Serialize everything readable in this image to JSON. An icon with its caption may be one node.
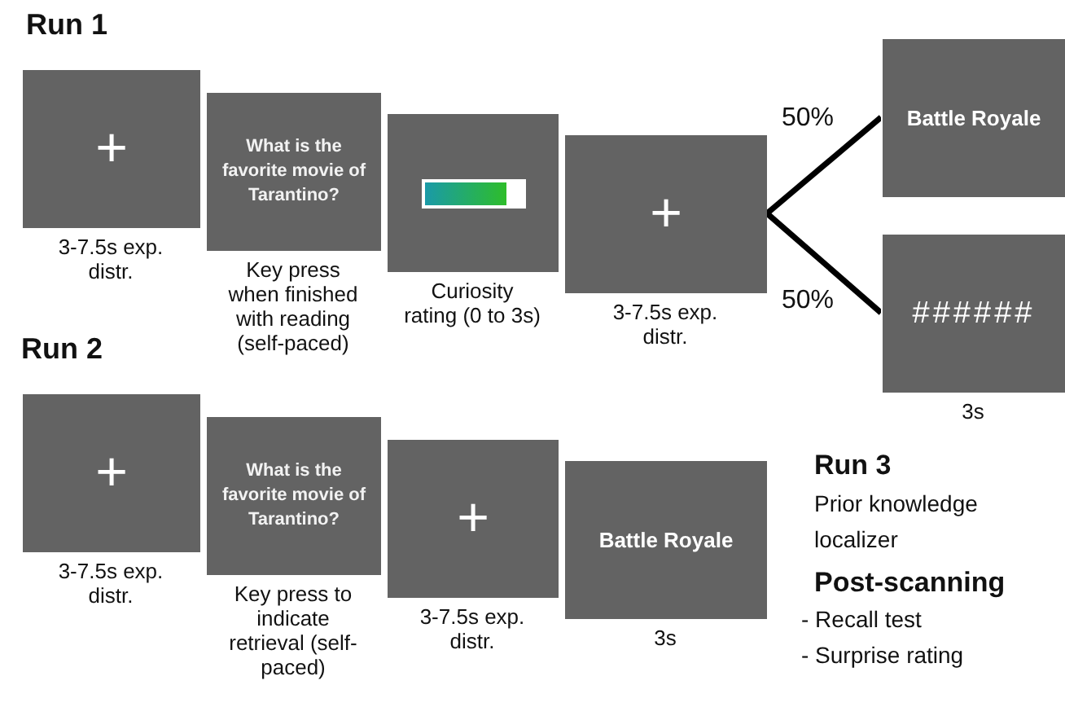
{
  "diagram": {
    "nodes": [
      {
        "text": [
          "+"
        ],
        "beside": [
          "3-7.5s exp. distr."
        ]
      },
      {
        "text": [
          "What is the favorite movie of Tarantino?"
        ],
        "beside": [
          "Key press when finished with reading (self-paced)"
        ]
      },
      {
        "text": [],
        "shape": "box",
        "beside": [
          "Curiosity rating (0 to 3s)"
        ]
      },
      {
        "text": [
          "+"
        ],
        "beside": [
          "3-7.5s exp. distr."
        ]
      },
      {
        "text": [
          "Battle Royale"
        ]
      },
      {
        "text": [
          "######"
        ],
        "beside": [
          "3s"
        ]
      },
      {
        "text": [
          "+"
        ],
        "beside": [
          "3-7.5s exp. distr."
        ]
      },
      {
        "text": [
          "What is the favorite movie of Tarantino?"
        ],
        "beside": [
          "Key press to indicate retrieval (self-paced)"
        ]
      },
      {
        "text": [
          "+"
        ],
        "beside": [
          "3-7.5s exp. distr."
        ]
      },
      {
        "text": [
          "Battle Royale"
        ],
        "beside": [
          "3s"
        ]
      }
    ],
    "edges": [
      {
        "from": 3,
        "to": 4,
        "arrow": "none",
        "label": "50%"
      },
      {
        "from": 3,
        "to": 5,
        "arrow": "none",
        "label": "50%"
      }
    ],
    "labels": [
      "Run 1",
      "Run 2",
      "Run 3",
      "Prior knowledge localizer",
      "Post-scanning",
      "- Recall test",
      "- Surprise rating"
    ]
  }
}
